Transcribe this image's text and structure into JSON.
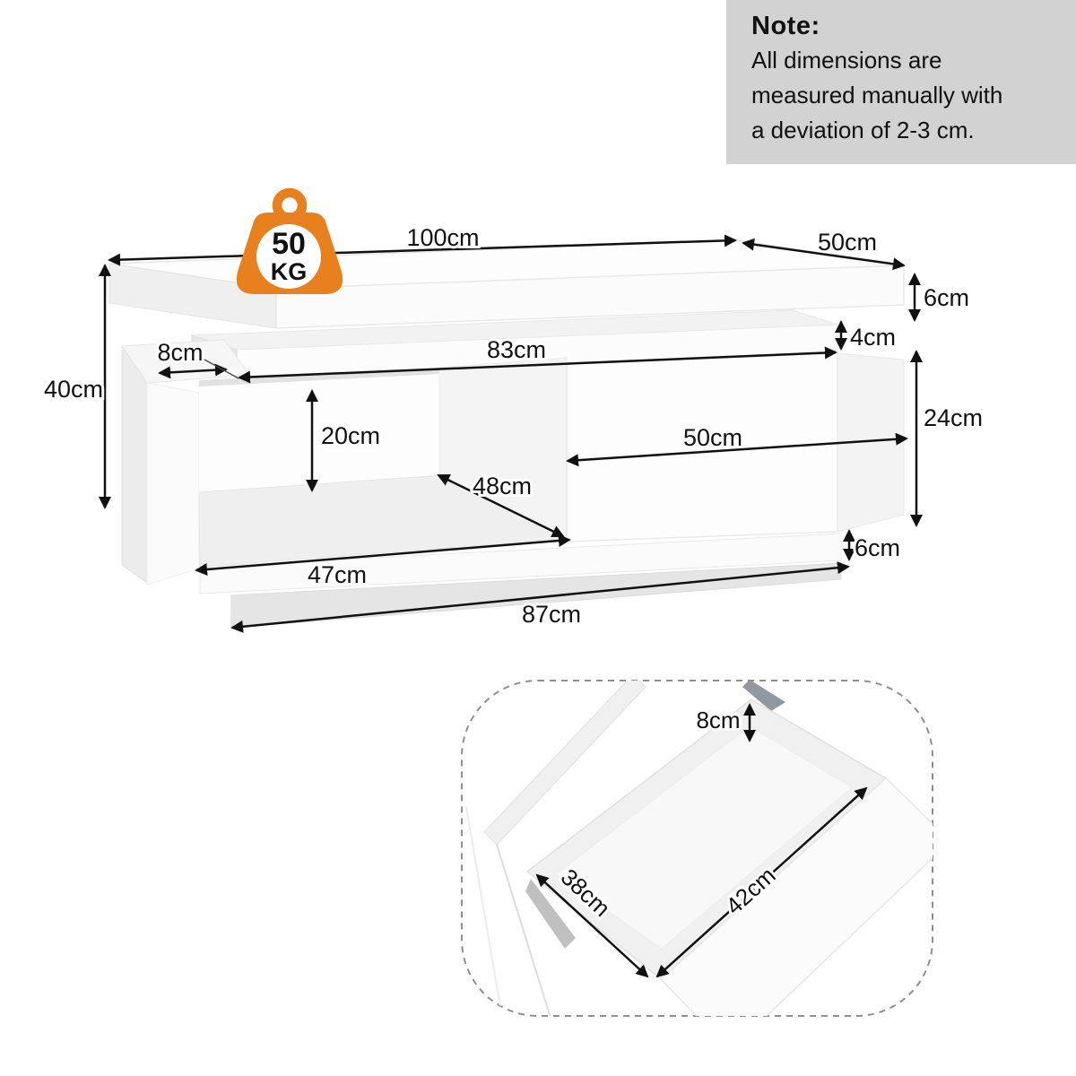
{
  "note": {
    "title": "Note:",
    "lines": [
      "All dimensions are",
      "measured manually with",
      "a deviation of 2-3 cm."
    ],
    "bg_color": "#d2d2d2"
  },
  "weight_badge": {
    "value": "50",
    "unit": "KG"
  },
  "dims": {
    "top_length": "100cm",
    "top_depth": "50cm",
    "top_thickness": "6cm",
    "shelf_length": "83cm",
    "shelf_thickness": "4cm",
    "ledge_depth": "8cm",
    "total_height": "40cm",
    "cubby_height": "20cm",
    "cubby_depth": "48cm",
    "cubby_width": "47cm",
    "drawer_width": "50cm",
    "cabinet_height": "24cm",
    "base_thickness": "6cm",
    "base_length": "87cm"
  },
  "drawer_detail": {
    "height": "8cm",
    "width": "38cm",
    "length": "42cm"
  },
  "colors": {
    "accent_orange": "#E8801E",
    "note_bg": "#D2D2D2",
    "arrow_black": "#111111",
    "dashed_border": "#8F8F8F"
  }
}
